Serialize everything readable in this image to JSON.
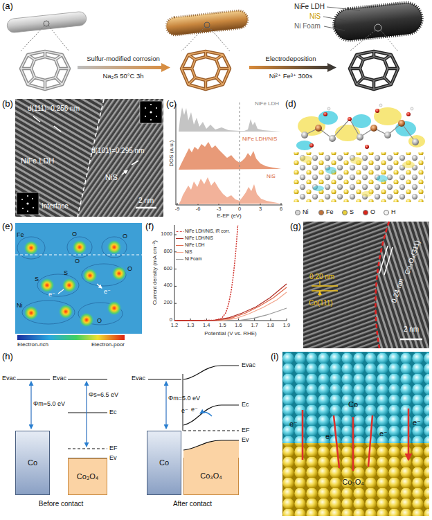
{
  "diagram": {
    "nodes": [
      {
        "text": [
          "Co"
        ]
      },
      {
        "text": [
          "Co₃O₄"
        ]
      },
      {
        "text": [
          "Co"
        ]
      },
      {
        "text": [
          "Co₃O₄"
        ]
      }
    ],
    "labels": [
      "(a)",
      "NiFe LDH",
      "NiS",
      "Ni Foam",
      "Sulfur-modified corrosion",
      "Na₂S 50°C 3h",
      "Electrodeposition",
      "Ni²⁺ Fe³⁺ 300s",
      "(b)",
      "d(111)=0.256 nm",
      "NiFe LDH",
      "d(101)=0.295 nm",
      "NiS",
      "Interface",
      "2 nm",
      "(c)",
      "NiFe LDH",
      "NiFe LDH/NiS",
      "NiS",
      "DOS (a.u.)",
      "-9",
      "-6",
      "-3",
      "0",
      "3",
      "6",
      "E-EF (eV)",
      "(d)",
      "(e)",
      "Fe",
      "O",
      "O",
      "O",
      "O",
      "S",
      "S",
      "Ni",
      "e⁻",
      "e⁻",
      "O",
      "Electron-rich",
      "Electron-poor",
      "(f)",
      "0",
      "200",
      "400",
      "600",
      "800",
      "1000",
      "1.2",
      "1.3",
      "1.4",
      "1.5",
      "1.6",
      "1.7",
      "1.8",
      "1.9",
      "Current density (mA cm⁻²)",
      "Potential (V vs. RHE)",
      "(g)",
      "0.20 nm",
      "Co(111)",
      "Co₃O₄(311)",
      "0.24 nm",
      "2 nm",
      "(h)",
      "Evac",
      "Φm=5.0 eV",
      "Evac",
      "Φs=6.5 eV",
      "Ec",
      "EF",
      "Ev",
      "Before contact",
      "Evac",
      "Φm=5.0 eV",
      "e⁻",
      "e⁻",
      "Evac",
      "Ec",
      "EF",
      "Ev",
      "After contact",
      "(i)",
      "Co",
      "Co₃O₄",
      "e⁻",
      "e⁻",
      "e⁻",
      "e⁻"
    ],
    "legend": [
      {
        "text": "Ni",
        "color": "#d6d6d6"
      },
      {
        "text": "Fe",
        "color": "#c0733a"
      },
      {
        "text": "S",
        "color": "#e8cf3a"
      },
      {
        "text": "O",
        "color": "#d8261c"
      },
      {
        "text": "H",
        "color": "#f4f4f4"
      },
      {
        "text": "NiFe LDH/NiS, iR corr."
      },
      {
        "text": "NiFe LDH/NiS"
      },
      {
        "text": "NiFe LDH"
      },
      {
        "text": "NiS"
      },
      {
        "text": "Ni Foam"
      }
    ]
  }
}
